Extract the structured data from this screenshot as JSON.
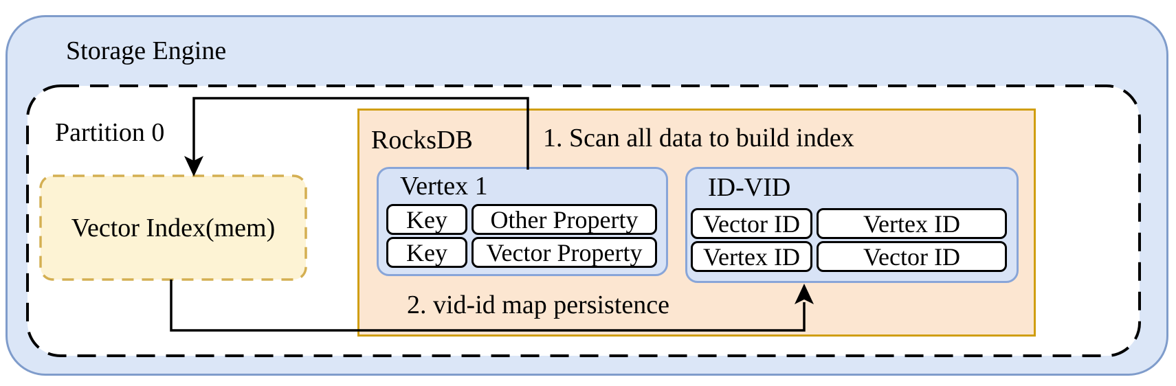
{
  "labels": {
    "storage_engine": "Storage Engine",
    "partition": "Partition 0",
    "rocksdb": "RocksDB",
    "vector_index": "Vector Index(mem)",
    "annotation_scan": "1. Scan all data to build index",
    "annotation_persistence": "2. vid-id map persistence"
  },
  "tables": {
    "vertex": {
      "title": "Vertex 1",
      "rows": [
        {
          "key": "Key",
          "value": "Other Property"
        },
        {
          "key": "Key",
          "value": "Vector Property"
        }
      ]
    },
    "idvid": {
      "title": "ID-VID",
      "rows": [
        {
          "key": "Vector ID",
          "value": "Vertex ID"
        },
        {
          "key": "Vertex ID",
          "value": "Vector ID"
        }
      ]
    }
  },
  "colors": {
    "outer_fill": "#dbe6f7",
    "outer_border": "#7f9ccb",
    "partition_fill": "#ffffff",
    "partition_border": "#000000",
    "rocksdb_fill": "#fce6d1",
    "rocksdb_border": "#d09e10",
    "table_fill": "#d8e3f6",
    "table_border": "#88a5d8",
    "cell_fill": "#ffffff",
    "cell_border": "#000000",
    "vector_fill": "#fdf3d4",
    "vector_border": "#d4af52",
    "arrow": "#000000"
  }
}
